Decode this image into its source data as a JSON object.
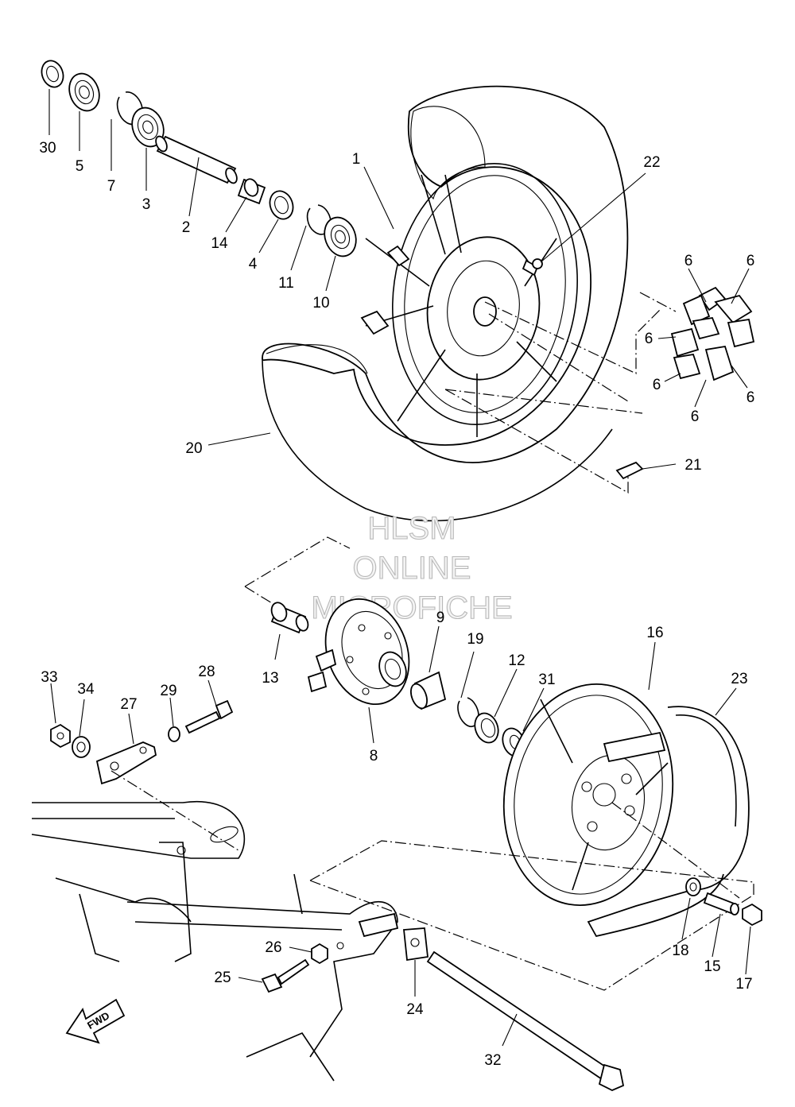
{
  "watermark": [
    "HLSM",
    "ONLINE",
    "MICROFICHE"
  ],
  "fwd_label": "FWD",
  "callouts": {
    "c30": "30",
    "c5": "5",
    "c7": "7",
    "c3": "3",
    "c2": "2",
    "c14": "14",
    "c4": "4",
    "c11": "11",
    "c10": "10",
    "c1": "1",
    "c22": "22",
    "c6a": "6",
    "c6b": "6",
    "c6c": "6",
    "c6d": "6",
    "c6e": "6",
    "c6f": "6",
    "c20": "20",
    "c21": "21",
    "c13": "13",
    "c8": "8",
    "c9": "9",
    "c19": "19",
    "c12": "12",
    "c31": "31",
    "c16": "16",
    "c23": "23",
    "c33": "33",
    "c34": "34",
    "c27": "27",
    "c29": "29",
    "c28": "28",
    "c18": "18",
    "c15": "15",
    "c17": "17",
    "c26": "26",
    "c25": "25",
    "c24": "24",
    "c32": "32"
  }
}
